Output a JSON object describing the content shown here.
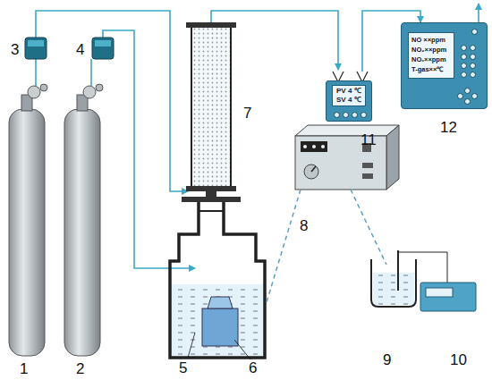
{
  "diagram": {
    "nodes": [
      {
        "text": [
          "PV 4 ℃",
          "SV 4 ℃"
        ]
      },
      {
        "text": [
          "NO ××ppm",
          "NO₂××ppm",
          "NOₓ××ppm",
          "T-gas××℃"
        ]
      }
    ],
    "edges": [
      {
        "from": 0,
        "to": 1,
        "arrow": "to"
      }
    ],
    "labels": [
      "1",
      "2",
      "3",
      "4",
      "5",
      "6",
      "7",
      "8",
      "9",
      "10",
      "11",
      "12"
    ]
  }
}
